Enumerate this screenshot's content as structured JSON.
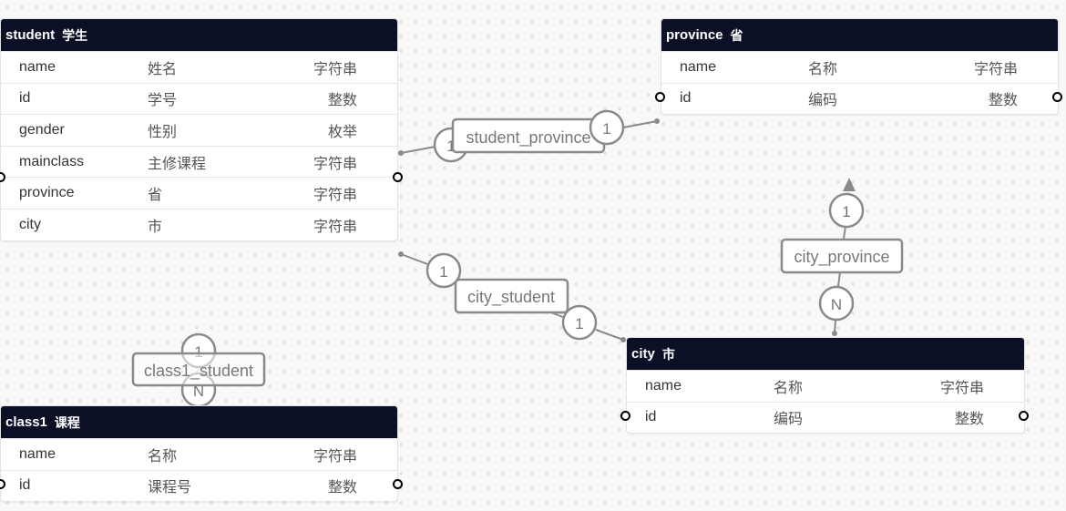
{
  "tables": {
    "student": {
      "name": "student",
      "comment": "学生",
      "rows": [
        {
          "name": "name",
          "comment": "姓名",
          "type": "字符串"
        },
        {
          "name": "id",
          "comment": "学号",
          "type": "整数"
        },
        {
          "name": "gender",
          "comment": "性别",
          "type": "枚举"
        },
        {
          "name": "mainclass",
          "comment": "主修课程",
          "type": "字符串"
        },
        {
          "name": "province",
          "comment": "省",
          "type": "字符串"
        },
        {
          "name": "city",
          "comment": "市",
          "type": "字符串"
        }
      ]
    },
    "province": {
      "name": "province",
      "comment": "省",
      "rows": [
        {
          "name": "name",
          "comment": "名称",
          "type": "字符串"
        },
        {
          "name": "id",
          "comment": "编码",
          "type": "整数"
        }
      ]
    },
    "city": {
      "name": "city",
      "comment": "市",
      "rows": [
        {
          "name": "name",
          "comment": "名称",
          "type": "字符串"
        },
        {
          "name": "id",
          "comment": "编码",
          "type": "整数"
        }
      ]
    },
    "class1": {
      "name": "class1",
      "comment": "课程",
      "rows": [
        {
          "name": "name",
          "comment": "名称",
          "type": "字符串"
        },
        {
          "name": "id",
          "comment": "课程号",
          "type": "整数"
        }
      ]
    }
  },
  "relations": {
    "student_province": {
      "label": "student_province",
      "left_card": "1",
      "right_card": "1"
    },
    "city_student": {
      "label": "city_student",
      "top_card": "1",
      "bottom_card": "1"
    },
    "city_province": {
      "label": "city_province",
      "top_card": "1",
      "bottom_card": "N"
    },
    "class1_student": {
      "label": "class1_student",
      "top_card": "1",
      "bottom_card": "N"
    }
  },
  "colors": {
    "header_bg": "#0c1027",
    "link_stroke": "#8a8a8a",
    "label_text": "#777777"
  }
}
